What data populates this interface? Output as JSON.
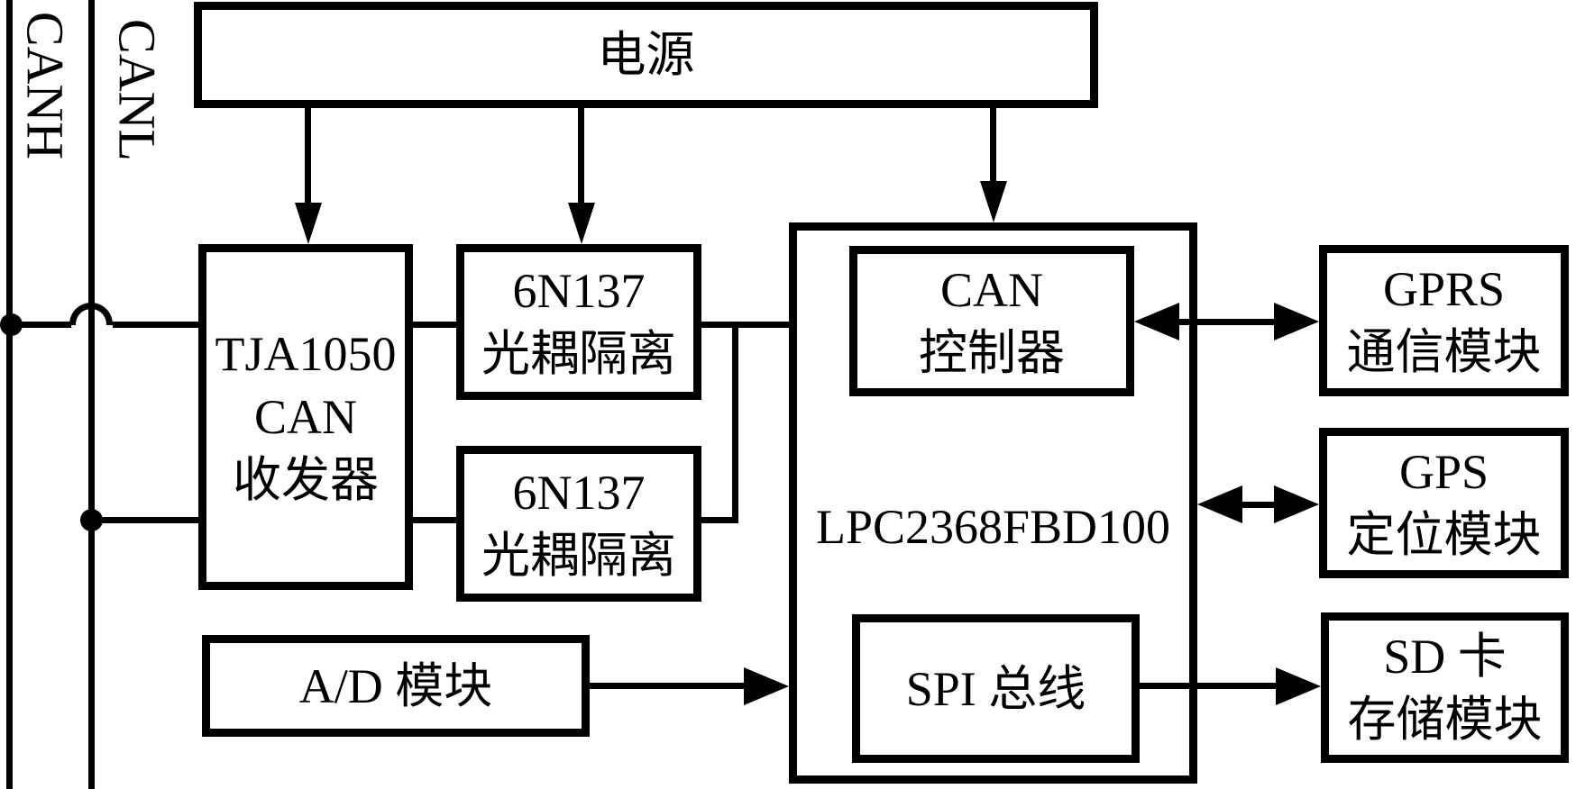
{
  "bus": {
    "canh": "CANH",
    "canl": "CANL"
  },
  "blocks": {
    "power": {
      "label": "电源"
    },
    "tja1050": {
      "line1": "TJA1050",
      "line2": "CAN",
      "line3": "收发器"
    },
    "opto_top": {
      "line1": "6N137",
      "line2": "光耦隔离"
    },
    "opto_bottom": {
      "line1": "6N137",
      "line2": "光耦隔离"
    },
    "mcu": {
      "label": "LPC2368FBD100"
    },
    "can_controller": {
      "line1": "CAN",
      "line2": "控制器"
    },
    "spi_bus": {
      "label": "SPI 总线"
    },
    "ad_module": {
      "label": "A/D 模块"
    },
    "gprs": {
      "line1": "GPRS",
      "line2": "通信模块"
    },
    "gps": {
      "line1": "GPS",
      "line2": "定位模块"
    },
    "sd_card": {
      "line1": "SD 卡",
      "line2": "存储模块"
    }
  },
  "colors": {
    "stroke": "#000000",
    "background": "#ffffff"
  }
}
